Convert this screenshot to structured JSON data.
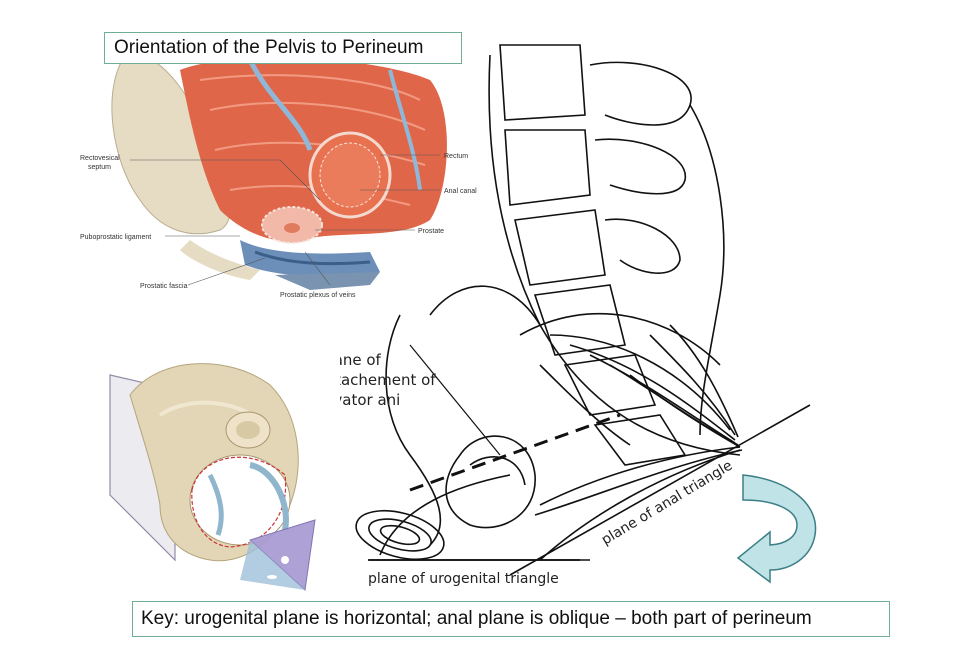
{
  "title": "Orientation of the Pelvis to Perineum",
  "key_text": "Key: urogenital plane is horizontal; anal plane is oblique – both part of perineum",
  "colors": {
    "box_border": "#6fae93",
    "muscle": "#e0664a",
    "bone": "#e6dcc4",
    "arrow_fill": "#bfe3e6",
    "arrow_stroke": "#3b7f86",
    "triangle": "#a99cd3"
  },
  "top_left_figure": {
    "labels": {
      "rectovesical_1": "Rectovesical",
      "rectovesical_2": "septum",
      "puboprostatic": "Puboprostatic ligament",
      "prostatic_fascia": "Prostatic fascia",
      "prostatic_plexus": "Prostatic plexus of veins",
      "rectum": "Rectum",
      "anal_canal": "Anal canal",
      "prostate": "Prostate"
    }
  },
  "sketch": {
    "labels": {
      "plane_attach_1": "plane of",
      "plane_attach_2": "attachement of",
      "plane_attach_3": "levator ani",
      "plane_anal": "plane of anal triangle",
      "plane_urogenital": "plane of urogenital triangle"
    }
  }
}
